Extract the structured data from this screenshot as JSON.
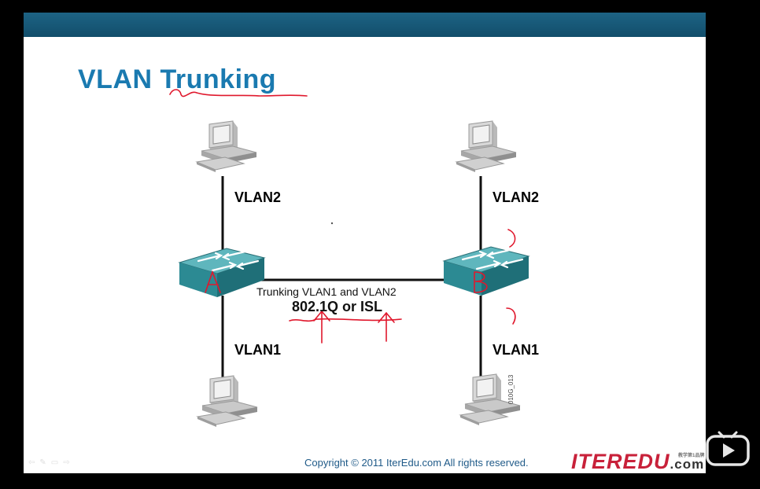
{
  "slide": {
    "title": "VLAN Trunking"
  },
  "diagram": {
    "left_top_label": "VLAN2",
    "left_bottom_label": "VLAN1",
    "right_top_label": "VLAN2",
    "right_bottom_label": "VLAN1",
    "trunk_label": "Trunking VLAN1 and VLAN2",
    "protocol_label": "802.1Q or ISL",
    "figure_id": "010G_013"
  },
  "annotations": {
    "switch_a": "A",
    "switch_b": "B"
  },
  "footer": {
    "copyright": "Copyright © 2011 IterEdu.com  All rights reserved.",
    "logo_main": "ITEREDU",
    "logo_suffix": ".com",
    "logo_tagline": "教学第1品牌"
  },
  "colors": {
    "title": "#1a7ab0",
    "vlan2": "#b02c3e",
    "vlan1": "#2d5a8f",
    "switch": "#2f8d96",
    "annotation": "#e0182d"
  }
}
